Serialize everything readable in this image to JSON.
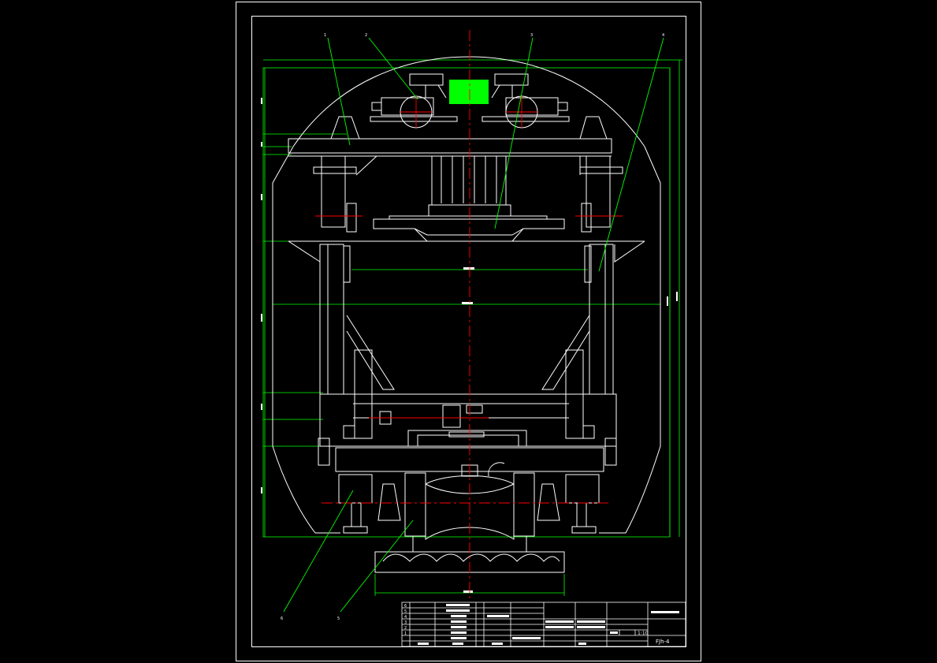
{
  "drawing": {
    "code": "FJh-4",
    "callouts": [
      {
        "id": "c1",
        "label": "1"
      },
      {
        "id": "c2",
        "label": "2"
      },
      {
        "id": "c3",
        "label": "3"
      },
      {
        "id": "c4",
        "label": "4"
      },
      {
        "id": "c5",
        "label": "5"
      },
      {
        "id": "c6",
        "label": "6"
      }
    ],
    "title_block": {
      "scale": "1:10",
      "row_numbers": [
        "6",
        "5",
        "4",
        "3",
        "2",
        "1"
      ]
    }
  },
  "colors": {
    "background": "#000000",
    "outline": "#ffffff",
    "dimension": "#00ff00",
    "centerline": "#ff0000",
    "highlight": "#00ff00"
  }
}
